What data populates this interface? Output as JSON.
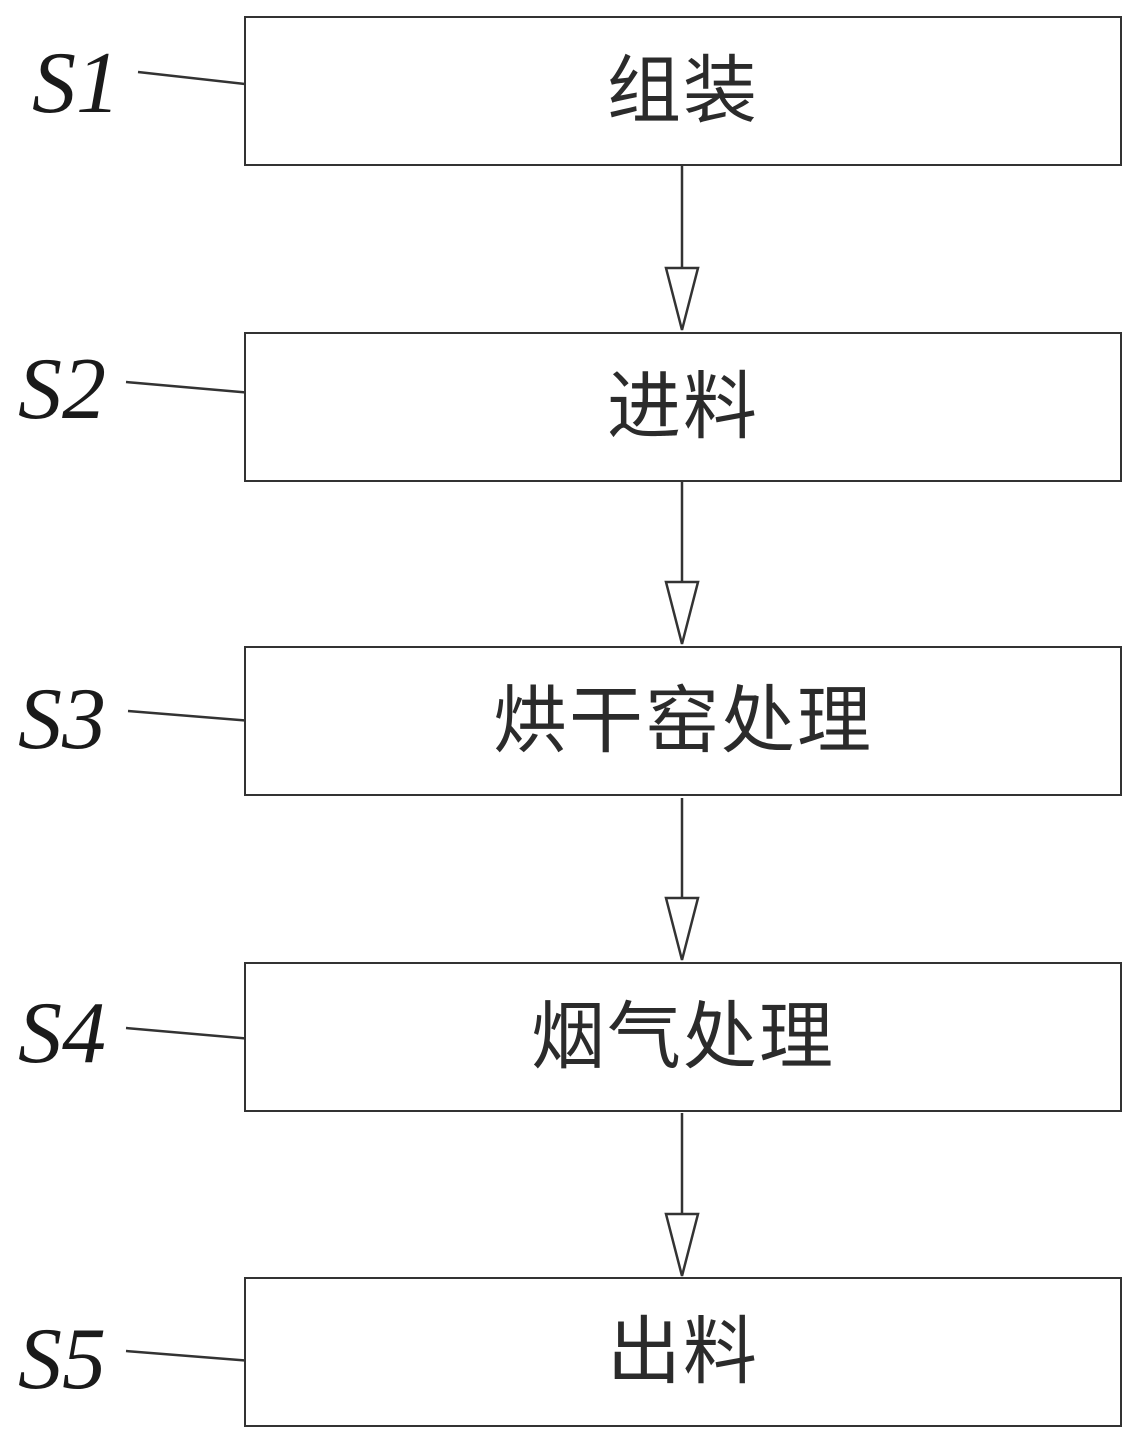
{
  "flowchart": {
    "steps": [
      {
        "label": "S1",
        "text": "组装"
      },
      {
        "label": "S2",
        "text": "进料"
      },
      {
        "label": "S3",
        "text": "烘干窑处理"
      },
      {
        "label": "S4",
        "text": "烟气处理"
      },
      {
        "label": "S5",
        "text": "出料"
      }
    ]
  },
  "colors": {
    "line": "#333333",
    "text": "#2b2b2b",
    "background": "#ffffff"
  }
}
